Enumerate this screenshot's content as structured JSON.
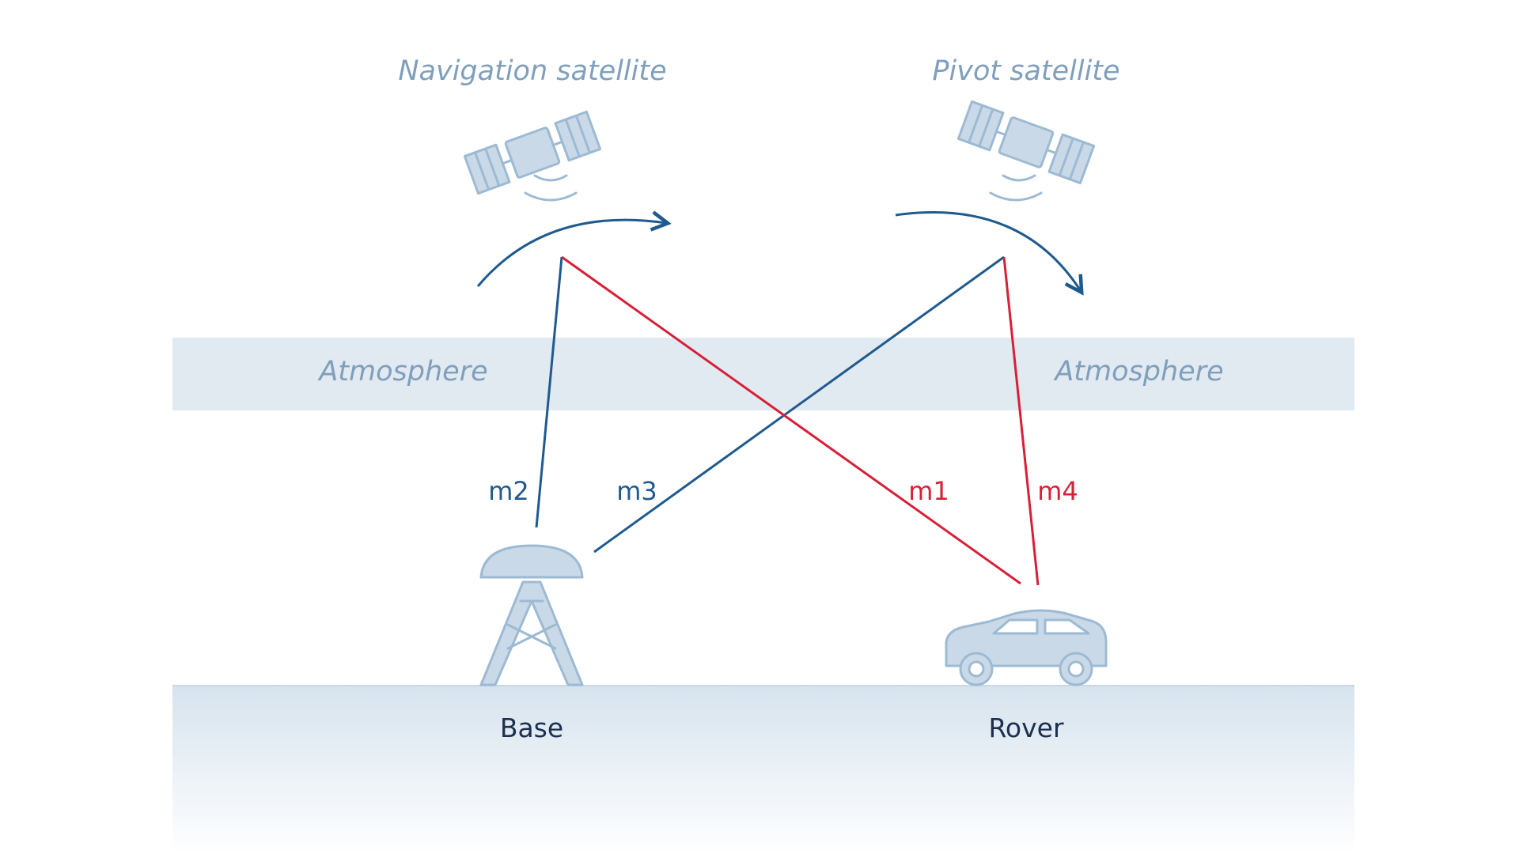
{
  "satellites": {
    "navigation": {
      "label": "Navigation satellite",
      "icon": "satellite-icon"
    },
    "pivot": {
      "label": "Pivot satellite",
      "icon": "satellite-icon"
    }
  },
  "atmosphere": {
    "left_label": "Atmosphere",
    "right_label": "Atmosphere"
  },
  "measurements": {
    "m1": "m1",
    "m2": "m2",
    "m3": "m3",
    "m4": "m4"
  },
  "stations": {
    "base": {
      "label": "Base",
      "icon": "base-station-icon"
    },
    "rover": {
      "label": "Rover",
      "icon": "car-icon"
    }
  },
  "colors": {
    "blue_signal": "#1f5a8f",
    "red_signal": "#d81f37",
    "icon_fill": "#c9d9e8",
    "icon_stroke": "#9dbad3",
    "label_muted": "#7f9fbd",
    "label_dark": "#1d2f4f",
    "atmosphere_band": "#e1e9f1",
    "ground_top": "#d7e3ed"
  }
}
